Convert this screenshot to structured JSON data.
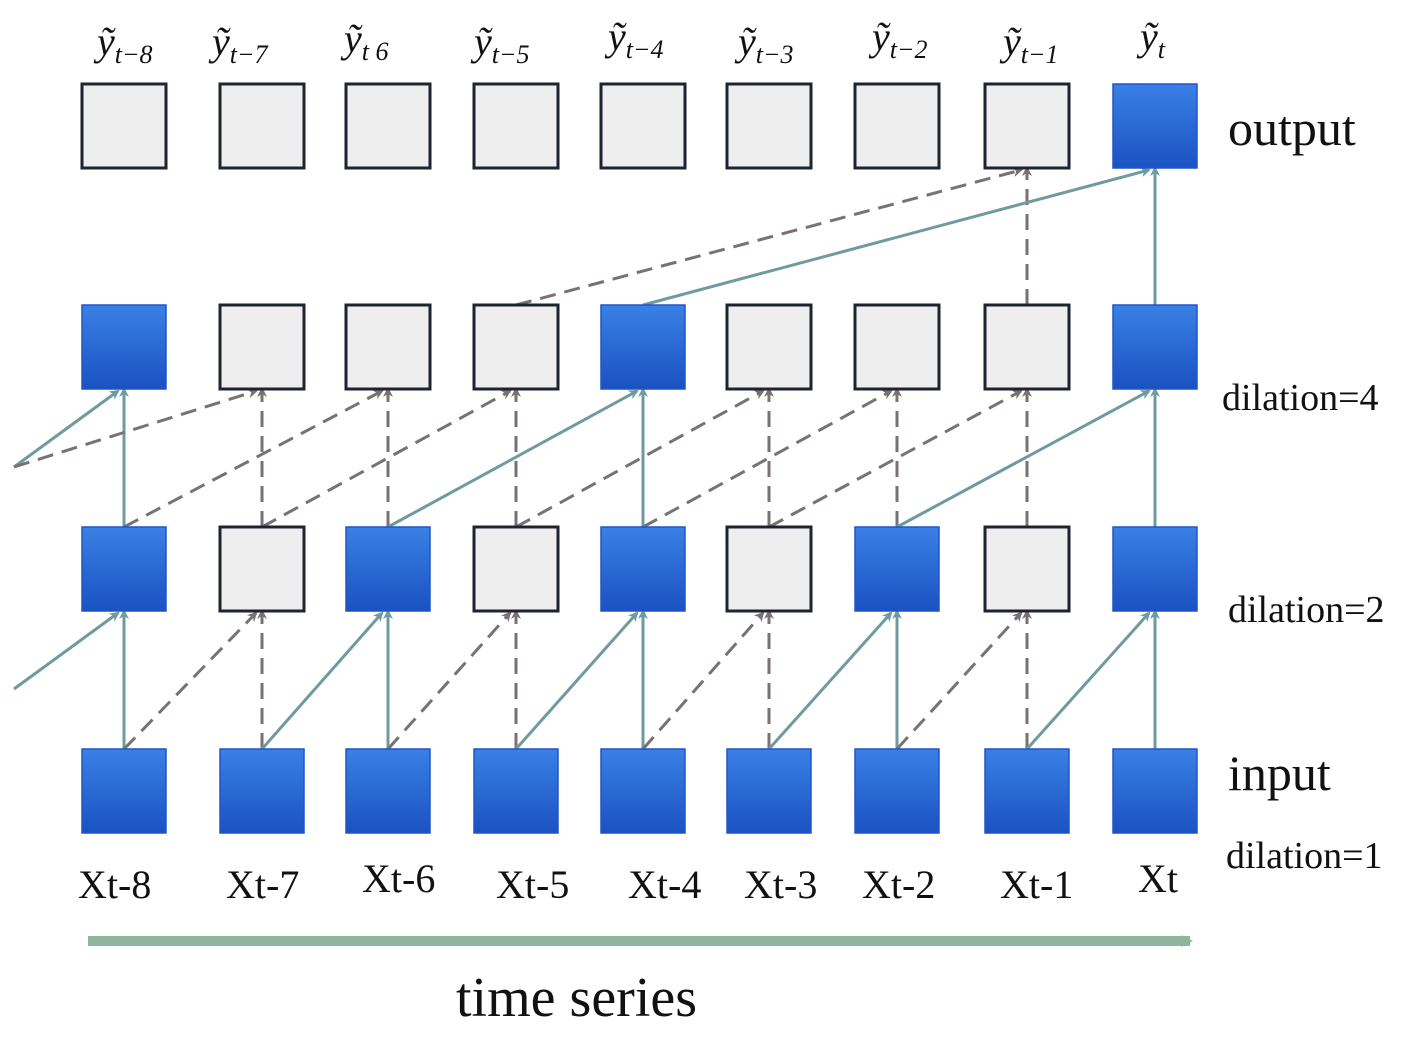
{
  "diagram": {
    "output_labels": [
      {
        "base": "ỹ",
        "sub": "t−8"
      },
      {
        "base": "ỹ",
        "sub": "t−7"
      },
      {
        "base": "ỹ",
        "sub": "t  6"
      },
      {
        "base": "ỹ",
        "sub": "t−5"
      },
      {
        "base": "ỹ",
        "sub": "t−4"
      },
      {
        "base": "ỹ",
        "sub": "t−3"
      },
      {
        "base": "ỹ",
        "sub": "t−2"
      },
      {
        "base": "ỹ",
        "sub": "t−1"
      },
      {
        "base": "ỹ",
        "sub": "t"
      }
    ],
    "input_labels": [
      "Xt-8",
      "Xt-7",
      "Xt-6",
      "Xt-5",
      "Xt-4",
      "Xt-3",
      "Xt-2",
      "Xt-1",
      "Xt"
    ],
    "layers": {
      "output": "output",
      "dilation4": "dilation=4",
      "dilation2": "dilation=2",
      "input": "input",
      "dilation1": "dilation=1"
    },
    "axis_label": "time series",
    "active_nodes": {
      "input": [
        0,
        1,
        2,
        3,
        4,
        5,
        6,
        7,
        8
      ],
      "dilation2": [
        0,
        2,
        4,
        6,
        8
      ],
      "dilation4": [
        0,
        4,
        8
      ],
      "output": [
        8
      ]
    },
    "colors": {
      "node_fill_top": "#3578e0",
      "node_fill_bottom": "#1a54c4",
      "node_empty": "#eeeeef",
      "solid_edge": "#6e9aa0",
      "dashed_edge": "#7a7272",
      "time_arrow": "#8fb59e"
    }
  }
}
